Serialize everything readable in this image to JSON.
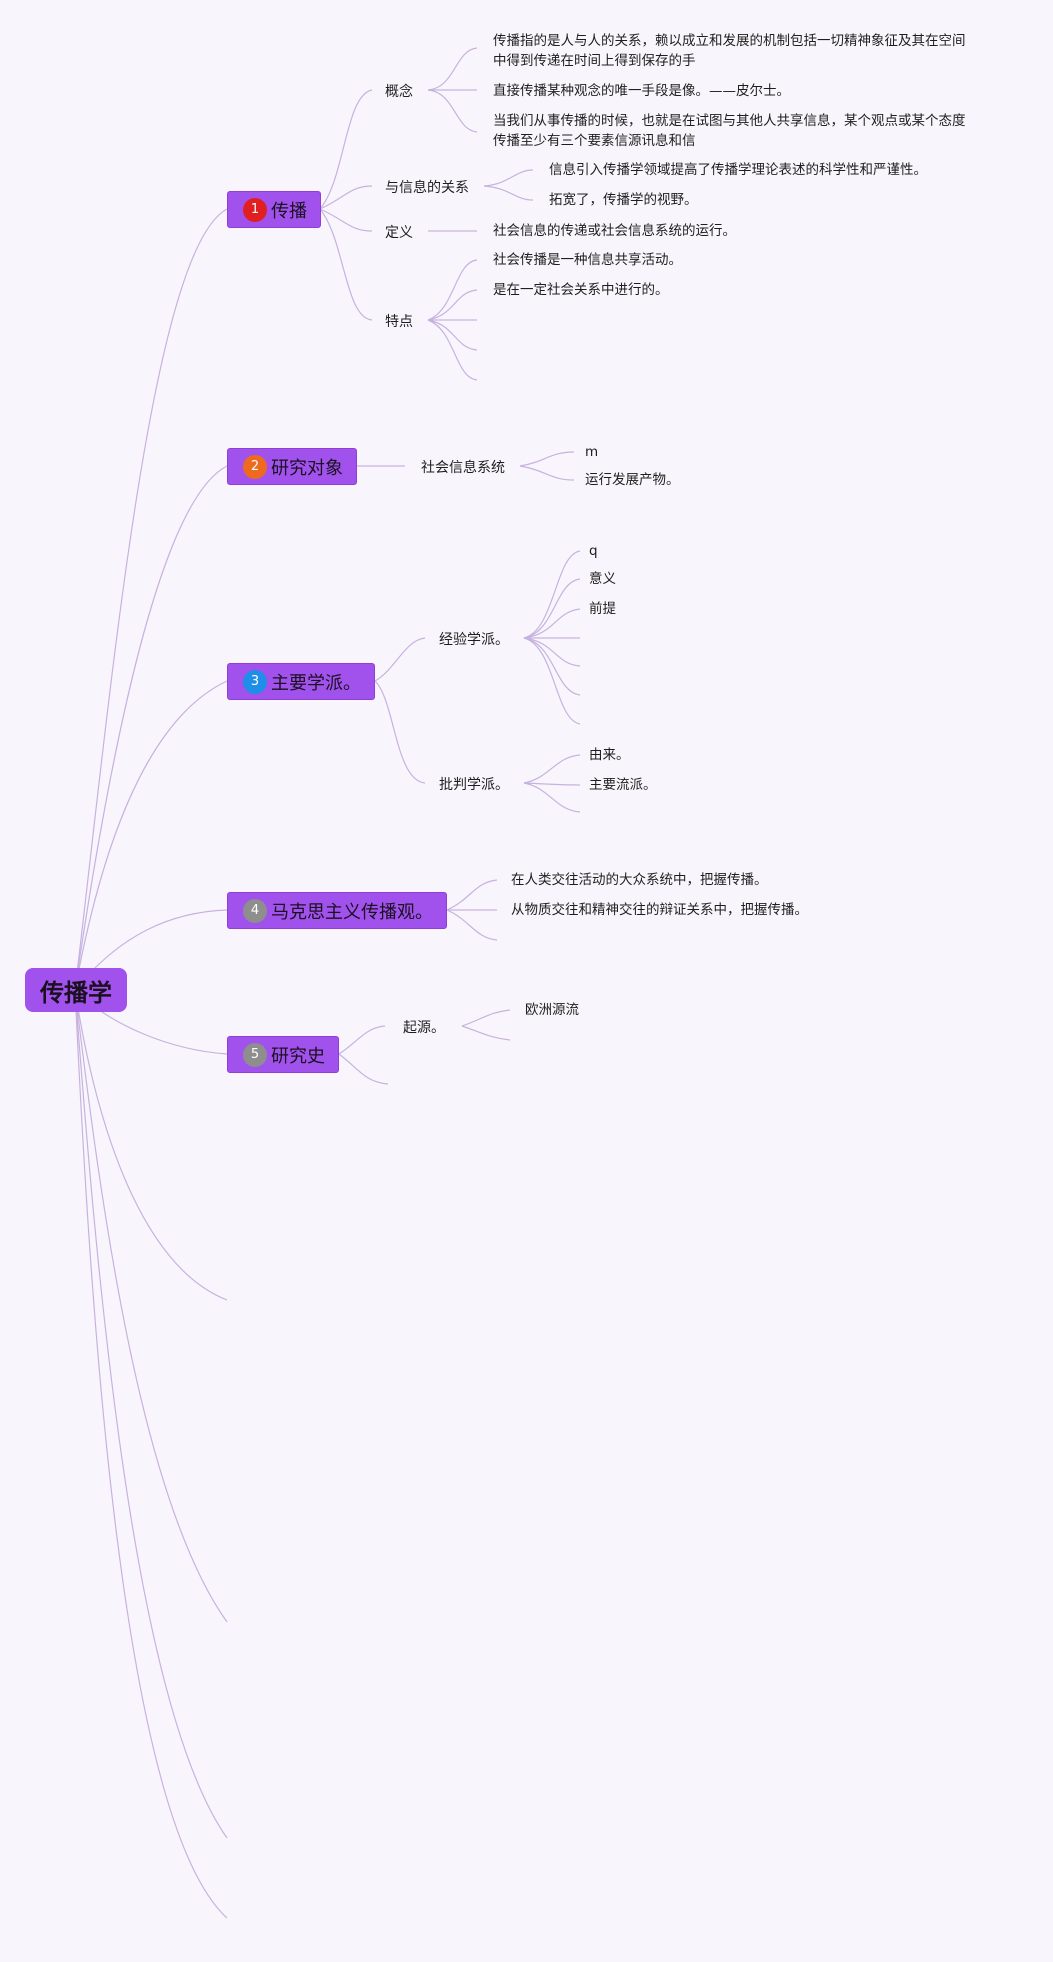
{
  "root": {
    "label": "传播学"
  },
  "topics": [
    {
      "label": "传播",
      "badge_text": "1",
      "badge_color": "#e02020",
      "subs": [
        {
          "label": "概念",
          "leaves": [
            {
              "lines": [
                "传播指的是人与人的关系，赖以成立和发展的机制包括一切精神象征及其在空间",
                "中得到传递在时间上得到保存的手"
              ]
            },
            {
              "lines": [
                "直接传播某种观念的唯一手段是像。——皮尔士。"
              ]
            },
            {
              "lines": [
                "当我们从事传播的时候，也就是在试图与其他人共享信息，某个观点或某个态度",
                "传播至少有三个要素信源讯息和信"
              ]
            }
          ]
        },
        {
          "label": "与信息的关系",
          "leaves": [
            {
              "lines": [
                "信息引入传播学领域提高了传播学理论表述的科学性和严谨性。"
              ]
            },
            {
              "lines": [
                "拓宽了，传播学的视野。"
              ]
            }
          ]
        },
        {
          "label": "定义",
          "leaves": [
            {
              "lines": [
                "社会信息的传递或社会信息系统的运行。"
              ]
            }
          ]
        },
        {
          "label": "特点",
          "leaves": [
            {
              "lines": [
                "社会传播是一种信息共享活动。"
              ]
            },
            {
              "lines": [
                "是在一定社会关系中进行的。"
              ]
            },
            {
              "lines": [
                ""
              ]
            },
            {
              "lines": [
                ""
              ]
            },
            {
              "lines": [
                ""
              ]
            }
          ]
        }
      ]
    },
    {
      "label": "研究对象",
      "badge_text": "2",
      "badge_color": "#ee6a1e",
      "subs": [
        {
          "label": "社会信息系统",
          "leaves": [
            {
              "lines": [
                "m"
              ]
            },
            {
              "lines": [
                "运行发展产物。"
              ]
            }
          ]
        }
      ]
    },
    {
      "label": "主要学派。",
      "badge_text": "3",
      "badge_color": "#1f8ee8",
      "subs": [
        {
          "label": "经验学派。",
          "leaves": [
            {
              "lines": [
                "q"
              ]
            },
            {
              "lines": [
                "意义"
              ]
            },
            {
              "lines": [
                "前提"
              ]
            },
            {
              "lines": [
                ""
              ]
            },
            {
              "lines": [
                ""
              ]
            },
            {
              "lines": [
                ""
              ]
            },
            {
              "lines": [
                ""
              ]
            }
          ]
        },
        {
          "label": "批判学派。",
          "leaves": [
            {
              "lines": [
                "由来。"
              ]
            },
            {
              "lines": [
                "主要流派。"
              ]
            },
            {
              "lines": [
                ""
              ]
            }
          ]
        }
      ]
    },
    {
      "label": "马克思主义传播观。",
      "badge_text": "4",
      "badge_color": "#8e8e8e",
      "leaves": [
        {
          "lines": [
            "在人类交往活动的大众系统中，把握传播。"
          ]
        },
        {
          "lines": [
            "从物质交往和精神交往的辩证关系中，把握传播。"
          ]
        },
        {
          "lines": [
            ""
          ]
        }
      ]
    },
    {
      "label": "研究史",
      "badge_text": "5",
      "badge_color": "#8e8e8e",
      "subs": [
        {
          "label": "起源。",
          "leaves": [
            {
              "lines": [
                "欧洲源流"
              ]
            },
            {
              "lines": [
                ""
              ]
            }
          ]
        },
        {
          "label": "",
          "leaves": []
        }
      ]
    },
    {
      "label": "",
      "badge_text": "",
      "badge_color": ""
    },
    {
      "label": "",
      "badge_text": "",
      "badge_color": ""
    },
    {
      "label": "",
      "badge_text": "",
      "badge_color": ""
    },
    {
      "label": "",
      "badge_text": "",
      "badge_color": ""
    }
  ]
}
